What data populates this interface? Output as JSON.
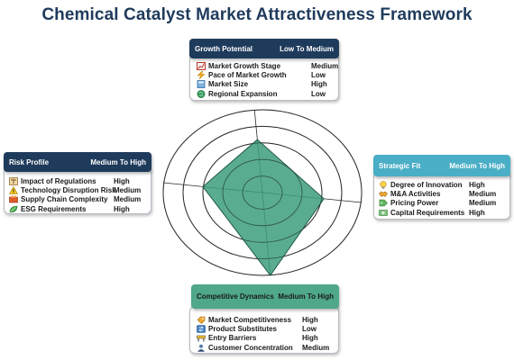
{
  "title": "Chemical Catalyst Market Attractiveness Framework",
  "colors": {
    "dark_header": "#1f3b5c",
    "teal_header": "#4aaec6",
    "green_header": "#4fa88a",
    "radar_fill": "#3d9e7e",
    "ring": "#2b2b2b"
  },
  "panels": {
    "growth": {
      "label": "Growth Potential",
      "level": "Low To Medium",
      "rows": [
        {
          "icon": "growth-chart-icon",
          "label": "Market Growth Stage",
          "value": "Medium"
        },
        {
          "icon": "lightning-icon",
          "label": "Pace of Market Growth",
          "value": "Low"
        },
        {
          "icon": "calculator-icon",
          "label": "Market Size",
          "value": "High"
        },
        {
          "icon": "globe-icon",
          "label": "Regional Expansion",
          "value": "Low"
        }
      ]
    },
    "risk": {
      "label": "Risk Profile",
      "level": "Medium To High",
      "rows": [
        {
          "icon": "scales-icon",
          "label": "Impact of Regulations",
          "value": "High"
        },
        {
          "icon": "warning-icon",
          "label": "Technology Disruption Risk",
          "value": "Medium"
        },
        {
          "icon": "supply-chain-icon",
          "label": "Supply Chain Complexity",
          "value": "Medium"
        },
        {
          "icon": "leaf-icon",
          "label": "ESG Requirements",
          "value": "High"
        }
      ]
    },
    "strategic": {
      "label": "Strategic Fit",
      "level": "Medium To High",
      "rows": [
        {
          "icon": "lightbulb-icon",
          "label": "Degree of Innovation",
          "value": "High"
        },
        {
          "icon": "handshake-icon",
          "label": "M&A Activities",
          "value": "Medium"
        },
        {
          "icon": "price-tag-icon",
          "label": "Pricing Power",
          "value": "Medium"
        },
        {
          "icon": "money-icon",
          "label": "Capital Requirements",
          "value": "High"
        }
      ]
    },
    "competitive": {
      "label": "Competitive Dynamics",
      "level": "Medium To High",
      "rows": [
        {
          "icon": "tag-icon",
          "label": "Market Competitiveness",
          "value": "High"
        },
        {
          "icon": "substitute-icon",
          "label": "Product Substitutes",
          "value": "Low"
        },
        {
          "icon": "barrier-icon",
          "label": "Entry Barriers",
          "value": "High"
        },
        {
          "icon": "customer-icon",
          "label": "Customer Concentration",
          "value": "Medium"
        }
      ]
    }
  },
  "chart_data": {
    "type": "radar",
    "axes": [
      "Growth Potential",
      "Strategic Fit",
      "Competitive Dynamics",
      "Risk Profile"
    ],
    "rings": 5,
    "values": [
      0.64,
      0.62,
      1.0,
      0.6
    ]
  }
}
